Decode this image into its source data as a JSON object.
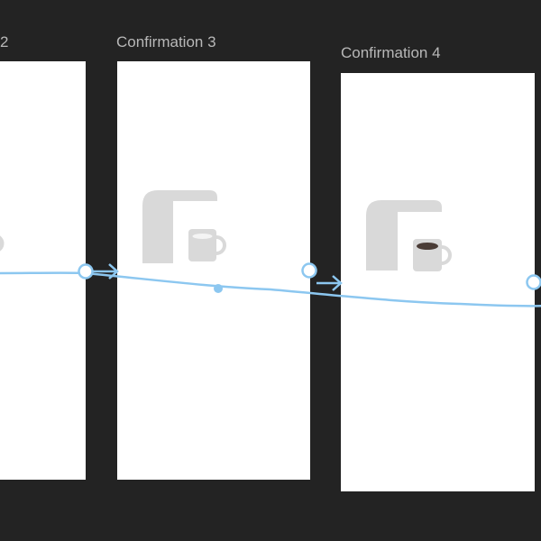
{
  "canvas": {
    "background": "#232323"
  },
  "frames": [
    {
      "label": "2",
      "state": "partial-offscreen"
    },
    {
      "label": "Confirmation 3",
      "state": "cup-empty"
    },
    {
      "label": "Confirmation 4",
      "state": "cup-filled"
    }
  ],
  "flow": {
    "color": "#8cc7f0",
    "connection_icon": "arrow-right-icon",
    "handle_icon": "circle-handle-icon"
  },
  "illustration": {
    "machine_color": "#d9d9d9",
    "coffee_color": "#4a3c36"
  }
}
